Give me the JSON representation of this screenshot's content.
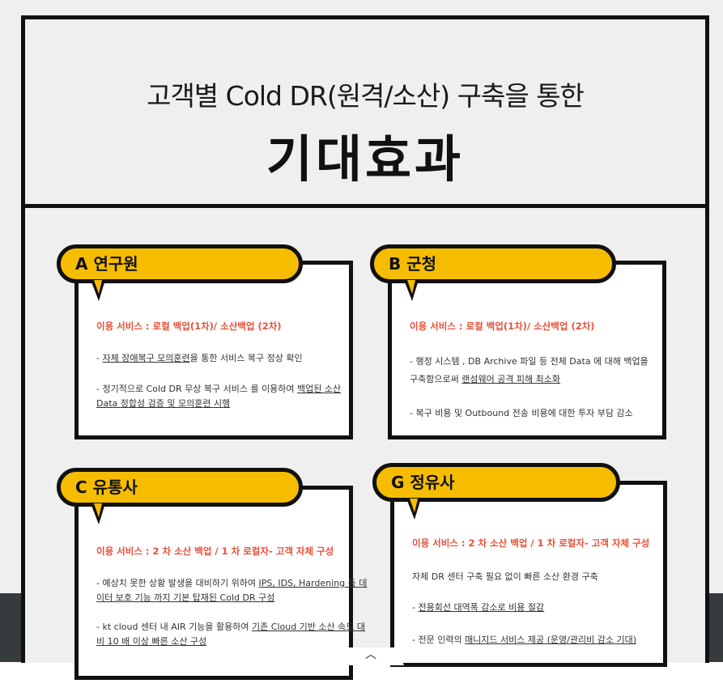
{
  "header": {
    "subtitle": "고객별 Cold DR(원격/소산) 구축을 통한",
    "title": "기대효과"
  },
  "cards": [
    {
      "tab": "A 연구원",
      "service": "이용 서비스 : 로컬 백업(1차)/ 소산백업 (2차)",
      "l1a": "-  ",
      "l1b": "자체 장애복구 모의훈련",
      "l1c": "을 통한 서비스 복구 정상 확인",
      "l2a": "- 정기적으로 Cold DR 무상 복구 서비스 를 이용하여 ",
      "l2b": "백업된 소산",
      "l3": " Data 정합성 검증 및 모의훈련 시행"
    },
    {
      "tab": "B 군청",
      "service": "이용 서비스 : 로컬 백업(1차)/ 소산백업 (2차)",
      "l1": "- 행정 시스템 , DB Archive 파일 등 전체 Data 에 대해  백업을",
      "l2a": "  구축함으로써 ",
      "l2b": "랜섬웨어 공격 피해 최소화",
      "l3": "- 복구 비용 및 Outbound 전송 비용에 대한 투자 부담 감소"
    },
    {
      "tab": "C 유통사",
      "service": "이용 서비스 : 2 차 소산 백업 / 1 차 로컬자- 고객 자체 구성",
      "l1a": "- 예상치 못한 상황 발생을 대비하기 위하여 ",
      "l1b": "IPS, IDS, Hardening 등 데",
      "l2": "이터 보호 기능 까지 기본 탑재된 Cold DR 구성",
      "l3a": "- kt cloud 센터 내  AIR 기능을 활용하여 ",
      "l3b": "기존 Cloud 기반 소산 속도 대",
      "l4": "비 10 배 이상 빠른 소산 구성"
    },
    {
      "tab": "G 정유사",
      "service": "이용 서비스 :  2 차 소산 백업 / 1 차 로컬자- 고객 자체 구성",
      "l1": "   자체 DR 센터 구축 필요 없이 빠른 소산 환경 구축",
      "l2a": "- ",
      "l2b": "전용회선 대역폭 감소로 비용 절감",
      "l3a": "-  전문 인력의  ",
      "l3b": "매니지드 서비스 제공 (운영/관리비 감소 기대)"
    }
  ],
  "scroll_top_icon": "chevron-up-icon",
  "colors": {
    "accent": "#f6bd00",
    "service": "#e8503a",
    "dark": "#363b3e"
  }
}
